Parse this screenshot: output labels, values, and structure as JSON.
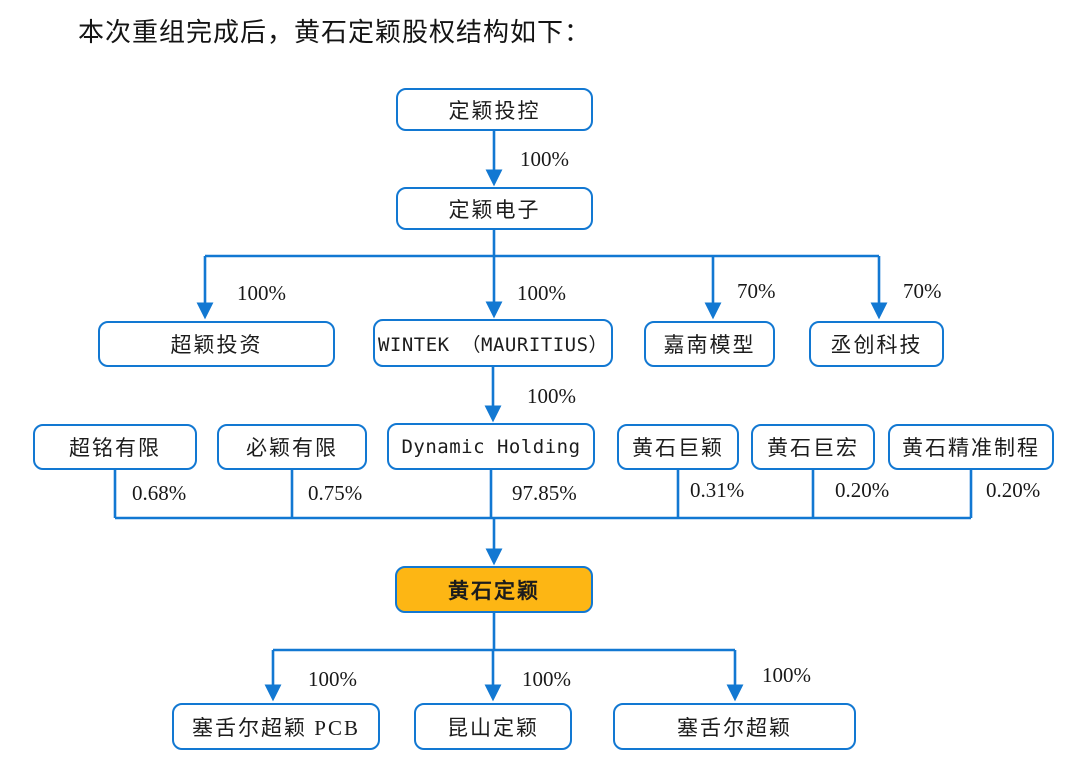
{
  "title": "本次重组完成后，黄石定颖股权结构如下：",
  "colors": {
    "line_blue": "#1278d2",
    "highlight_orange": "#fdb614",
    "text_dark": "#1c1c1c"
  },
  "nodes": {
    "dingying_toukong": {
      "label": "定颖投控"
    },
    "dingying_dianzi": {
      "label": "定颖电子"
    },
    "chaoying_touzi": {
      "label": "超颖投资"
    },
    "wintek_mauritius": {
      "label": "WINTEK （MAURITIUS）"
    },
    "jianan_moxing": {
      "label": "嘉南模型"
    },
    "chengchuang_keji": {
      "label": "丞创科技"
    },
    "chaoming_youxian": {
      "label": "超铭有限"
    },
    "biying_youxian": {
      "label": "必颖有限"
    },
    "dynamic_holding": {
      "label": "Dynamic Holding"
    },
    "huangshi_juying": {
      "label": "黄石巨颖"
    },
    "huangshi_juhong": {
      "label": "黄石巨宏"
    },
    "huangshi_jingzhun_zhicheng": {
      "label": "黄石精准制程"
    },
    "huangshi_dingying": {
      "label": "黄石定颖"
    },
    "seychelles_chaoying_pcb": {
      "label": "塞舌尔超颖 PCB"
    },
    "kunshan_dingying": {
      "label": "昆山定颖"
    },
    "seychelles_chaoying": {
      "label": "塞舌尔超颖"
    }
  },
  "edges": [
    {
      "from": "定颖投控",
      "to": "定颖电子",
      "label": "100%"
    },
    {
      "from": "定颖电子",
      "to": "超颖投资",
      "label": "100%"
    },
    {
      "from": "定颖电子",
      "to": "WINTEK （MAURITIUS）",
      "label": "100%"
    },
    {
      "from": "定颖电子",
      "to": "嘉南模型",
      "label": "70%"
    },
    {
      "from": "定颖电子",
      "to": "丞创科技",
      "label": "70%"
    },
    {
      "from": "WINTEK （MAURITIUS）",
      "to": "Dynamic Holding",
      "label": "100%"
    },
    {
      "from": "超铭有限",
      "to": "黄石定颖",
      "label": "0.68%"
    },
    {
      "from": "必颖有限",
      "to": "黄石定颖",
      "label": "0.75%"
    },
    {
      "from": "Dynamic Holding",
      "to": "黄石定颖",
      "label": "97.85%"
    },
    {
      "from": "黄石巨颖",
      "to": "黄石定颖",
      "label": "0.31%"
    },
    {
      "from": "黄石巨宏",
      "to": "黄石定颖",
      "label": "0.20%"
    },
    {
      "from": "黄石精准制程",
      "to": "黄石定颖",
      "label": "0.20%"
    },
    {
      "from": "黄石定颖",
      "to": "塞舌尔超颖 PCB",
      "label": "100%"
    },
    {
      "from": "黄石定颖",
      "to": "昆山定颖",
      "label": "100%"
    },
    {
      "from": "黄石定颖",
      "to": "塞舌尔超颖",
      "label": "100%"
    }
  ]
}
